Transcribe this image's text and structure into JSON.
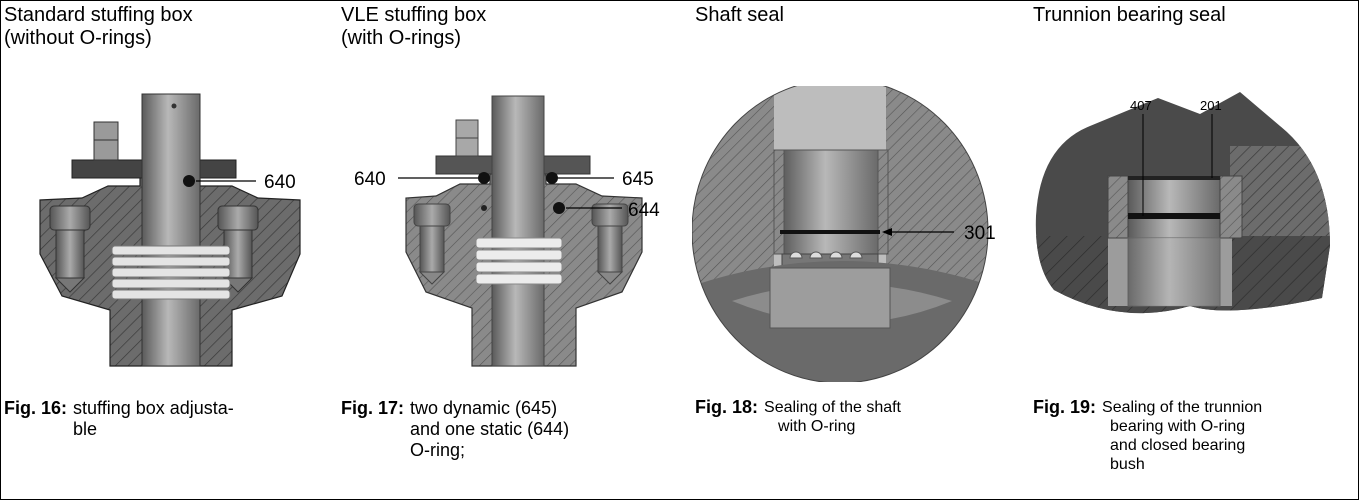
{
  "figures": [
    {
      "title_lines": [
        "Standard stuffing box",
        "(without O-rings)"
      ],
      "callouts": [
        "640"
      ],
      "caption_label": "Fig. 16:",
      "caption_lines": [
        "stuffing box adjusta-",
        "ble"
      ]
    },
    {
      "title_lines": [
        "VLE stuffing box",
        "(with O-rings)"
      ],
      "callouts": [
        "640",
        "645",
        "644"
      ],
      "caption_label": "Fig. 17:",
      "caption_lines": [
        "two dynamic (645)",
        "and one static (644)",
        "O-ring;"
      ]
    },
    {
      "title_lines": [
        "Shaft seal"
      ],
      "callouts": [
        "301"
      ],
      "caption_label": "Fig. 18:",
      "caption_lines": [
        "Sealing of the shaft",
        "with O-ring"
      ]
    },
    {
      "title_lines": [
        "Trunnion bearing seal"
      ],
      "callouts": [
        "407",
        "201"
      ],
      "caption_label": "Fig. 19:",
      "caption_lines": [
        "Sealing of the trunnion",
        "bearing with O-ring",
        "and closed bearing",
        "bush"
      ]
    }
  ]
}
